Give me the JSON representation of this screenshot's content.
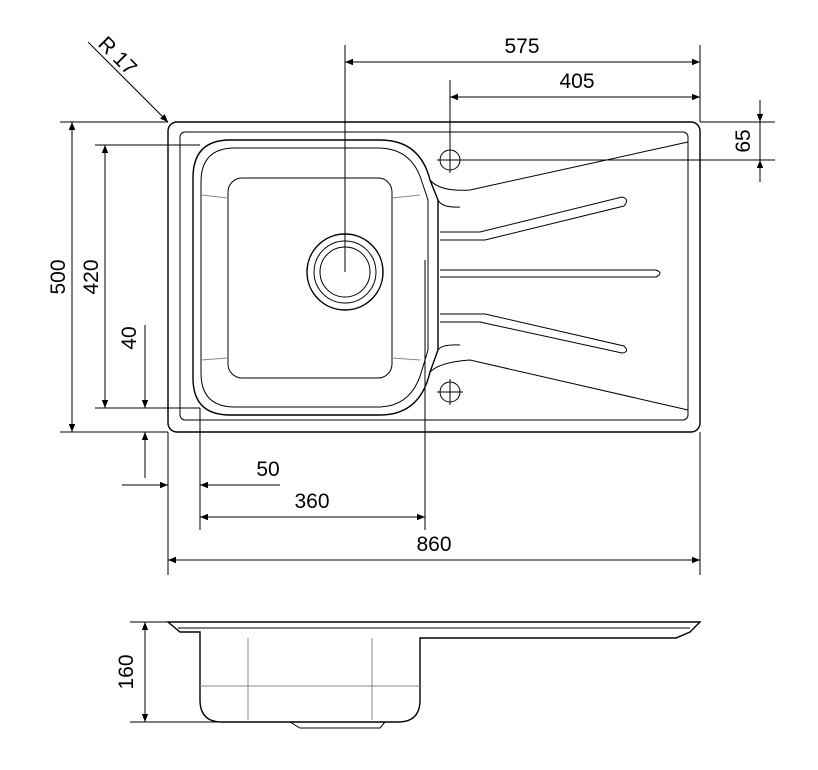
{
  "drawing": {
    "radius_label": "R 17",
    "dimensions": {
      "tap_to_right_edge": "575",
      "hole_to_right_edge": "405",
      "hole_from_top": "65",
      "overall_depth": "500",
      "bowl_depth": "420",
      "bowl_offset_bottom": "40",
      "bowl_offset_left": "50",
      "bowl_width": "360",
      "overall_width": "860",
      "bowl_height": "160"
    }
  }
}
